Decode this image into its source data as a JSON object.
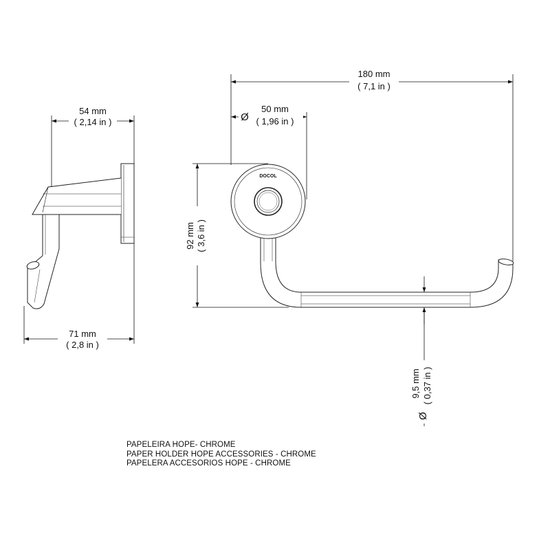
{
  "brand": {
    "logo_text": "DOCOL"
  },
  "dimensions": {
    "side_top_width": {
      "mm": "54 mm",
      "in": "( 2,14 in )"
    },
    "side_bottom_width": {
      "mm": "71 mm",
      "in": "( 2,8 in )"
    },
    "front_total_width": {
      "mm": "180 mm",
      "in": "( 7,1 in )"
    },
    "rosette_diameter": {
      "symbol": "Ø",
      "mm": "50 mm",
      "in": "( 1,96 in )"
    },
    "height": {
      "mm": "92 mm",
      "in": "( 3,6 in )"
    },
    "bar_diameter": {
      "symbol": "Ø",
      "mm": "9,5 mm",
      "in": "( 0,37 in )"
    }
  },
  "captions": [
    "PAPELEIRA HOPE- CHROME",
    "PAPER HOLDER HOPE ACCESSORIES - CHROME",
    "PAPELERA ACCESORIOS HOPE - CHROME"
  ]
}
